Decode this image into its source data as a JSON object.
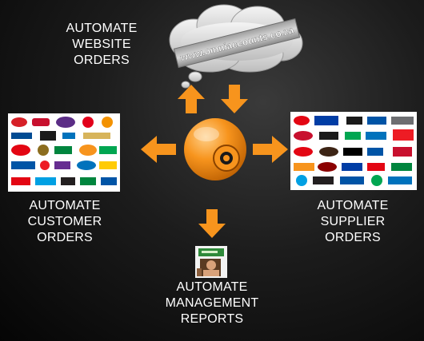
{
  "website": {
    "label_lines": [
      "AUTOMATE",
      "WEBSITE",
      "ORDERS"
    ],
    "url_text": "www.omniaccounts.co.za"
  },
  "customer": {
    "label_lines": [
      "AUTOMATE",
      "CUSTOMER",
      "ORDERS"
    ]
  },
  "supplier": {
    "label_lines": [
      "AUTOMATE",
      "SUPPLIER",
      "ORDERS"
    ]
  },
  "management": {
    "label_lines": [
      "AUTOMATE",
      "MANAGEMENT",
      "REPORTS"
    ]
  },
  "colors": {
    "arrow": "#f7941d",
    "hub": "#f7941d",
    "background": "#111111",
    "text": "#ffffff"
  },
  "icons": {
    "hub": "omni-logo-icon",
    "arrows": "orange-arrow-icon",
    "cloud": "thought-cloud-icon"
  }
}
